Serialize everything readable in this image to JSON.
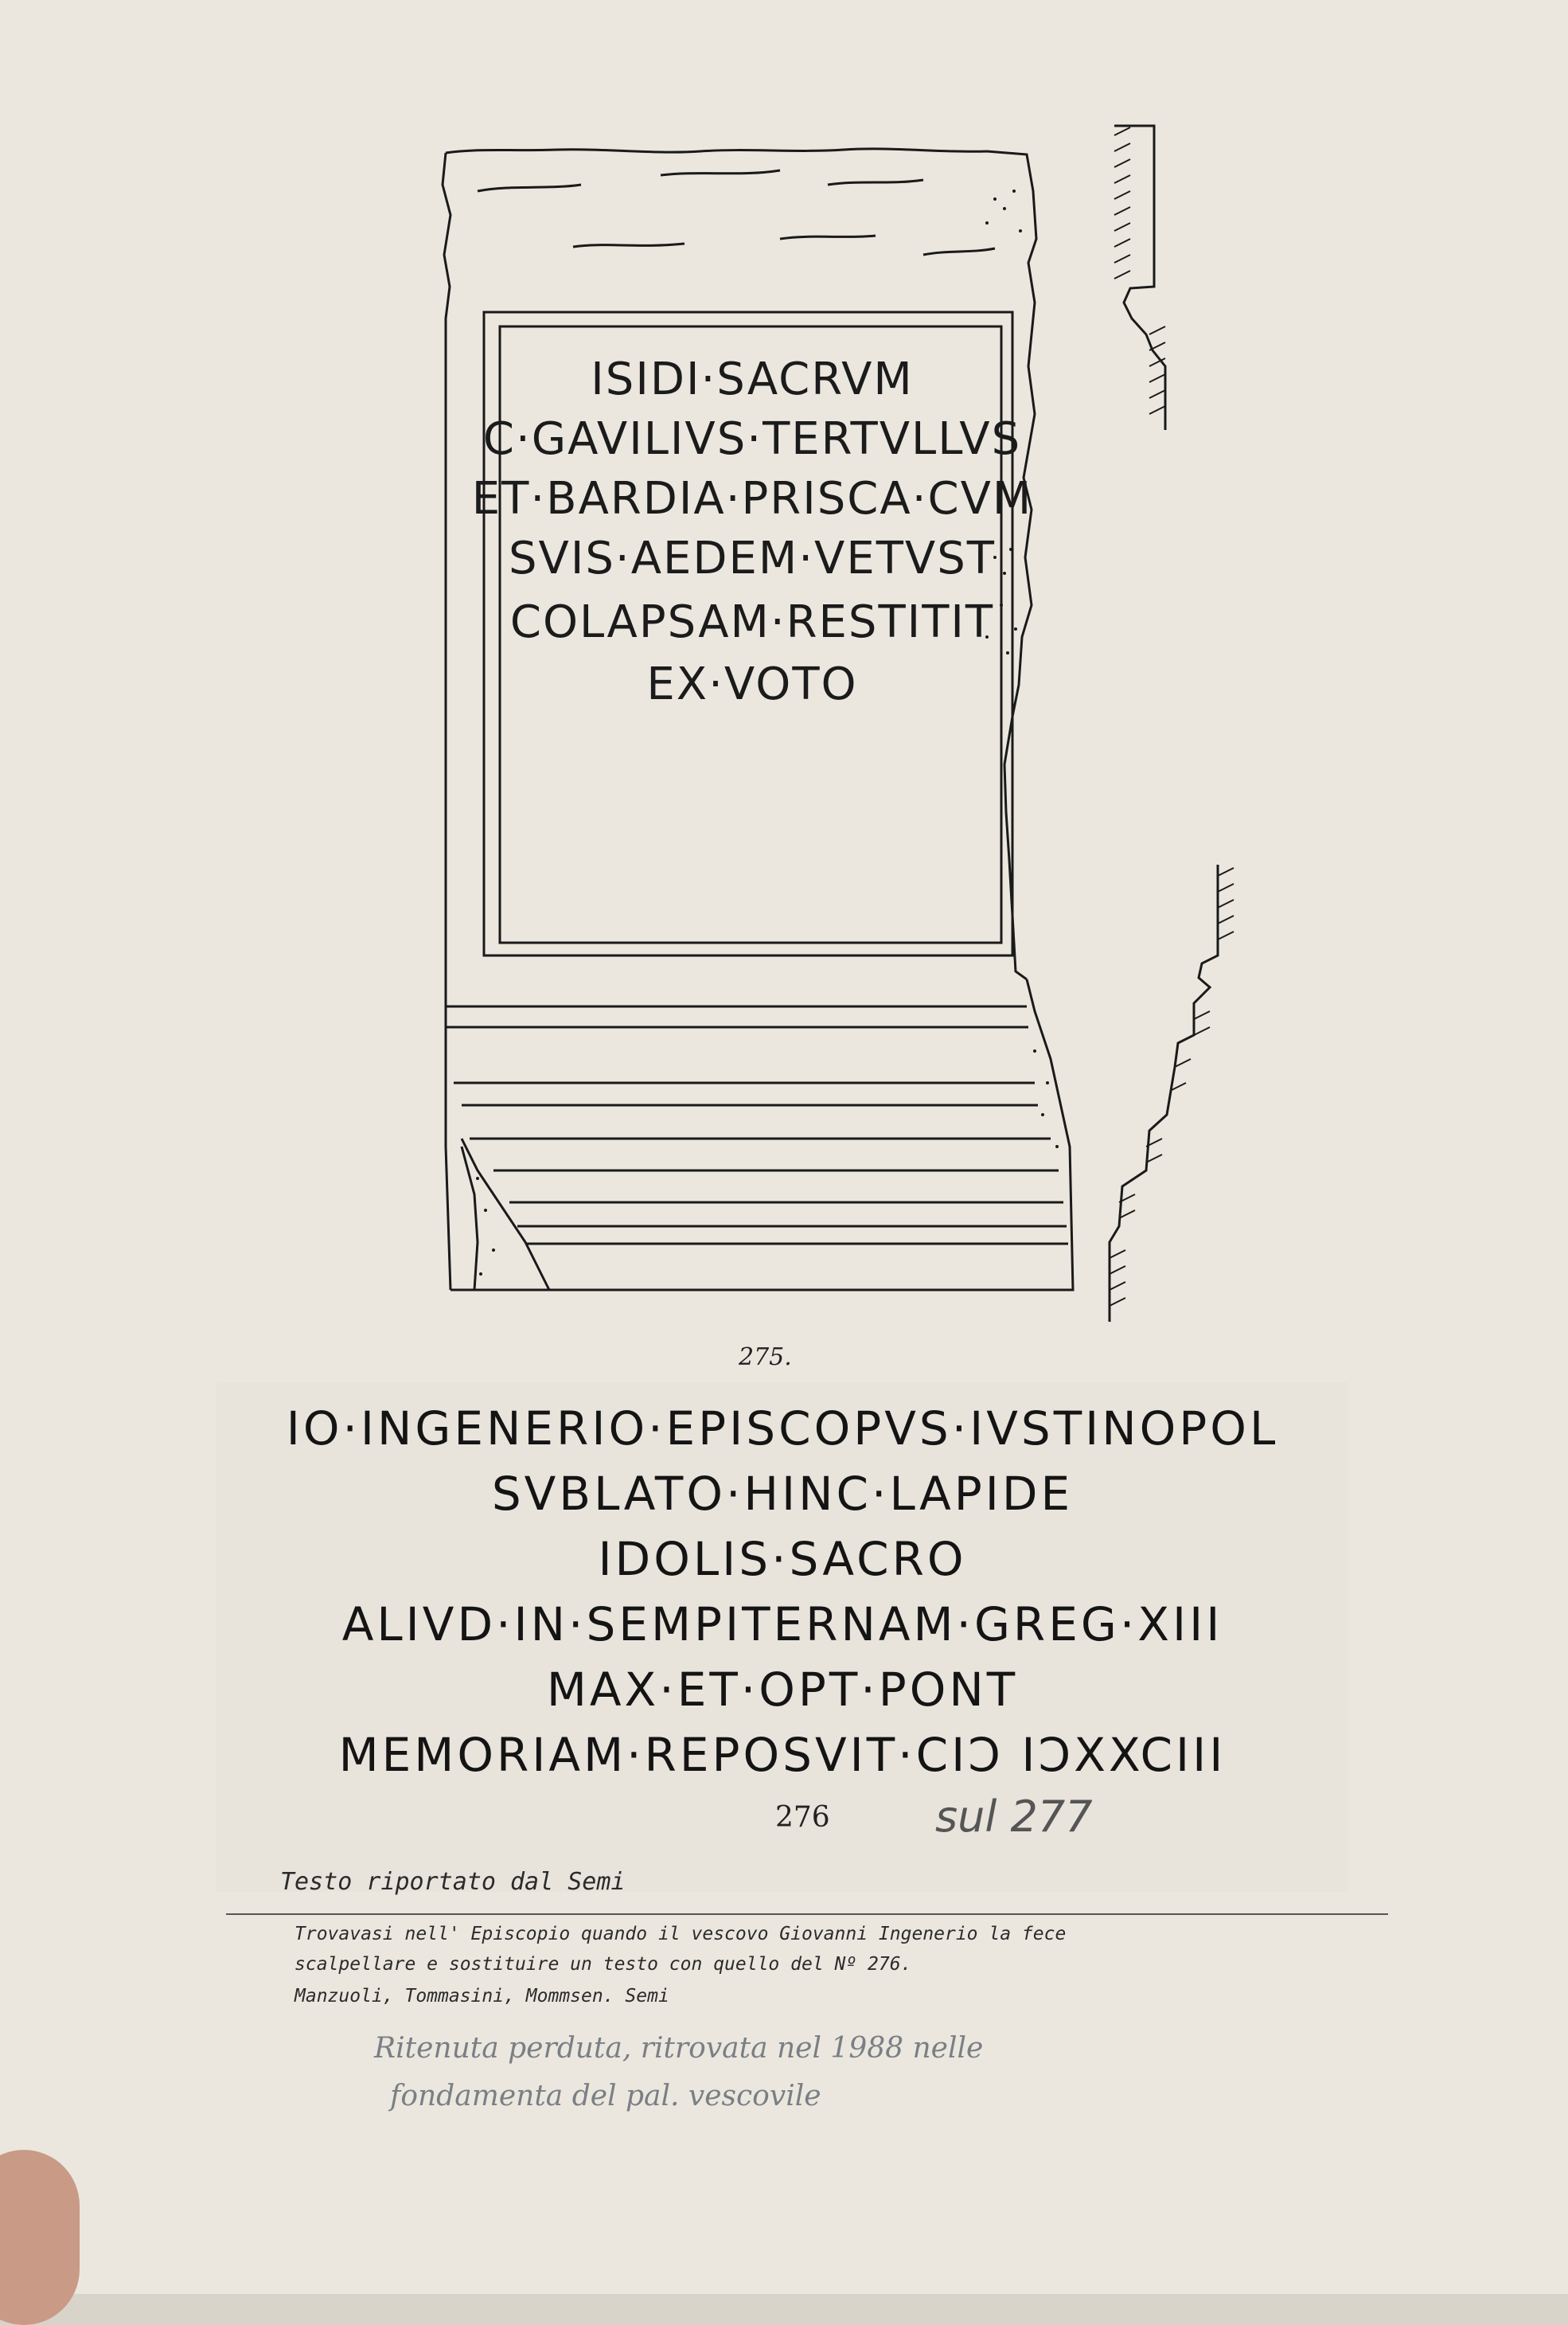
{
  "stele": {
    "lines": [
      "ISIDI·SACRVM",
      "C·GAVILIVS·TERTVLLVS",
      "ET·BARDIA·PRISCA·CVM",
      "SVIS·AEDEM·VETVST",
      "COLAPSAM·RESTITIT",
      "EX·VOTO"
    ],
    "number": "275."
  },
  "plate": {
    "lines": [
      "IO·INGENERIO·EPISCOPVS·IVSTINOPOL",
      "SVBLATO·HINC·LAPIDE",
      "IDOLIS·SACRO",
      "ALIVD·IN·SEMPITERNAM·GREG·XIII",
      "MAX·ET·OPT·PONT",
      "MEMORIAM·REPOSVIT·CIↃ IↃXXCIII"
    ],
    "number": "276",
    "annotation": "sul 277"
  },
  "notes": {
    "heading": "Testo riportato dal Semi",
    "line1": "Trovavasi nell' Episcopio quando il vescovo Giovanni Ingenerio la fece",
    "line2": "scalpellare e sostituire un testo con quello del Nº 276.",
    "line3": "Manzuoli, Tommasini, Mommsen. Semi",
    "pencil1": "Ritenuta perduta, ritrovata nel 1988 nelle",
    "pencil2": "fondamenta del pal. vescovile"
  }
}
